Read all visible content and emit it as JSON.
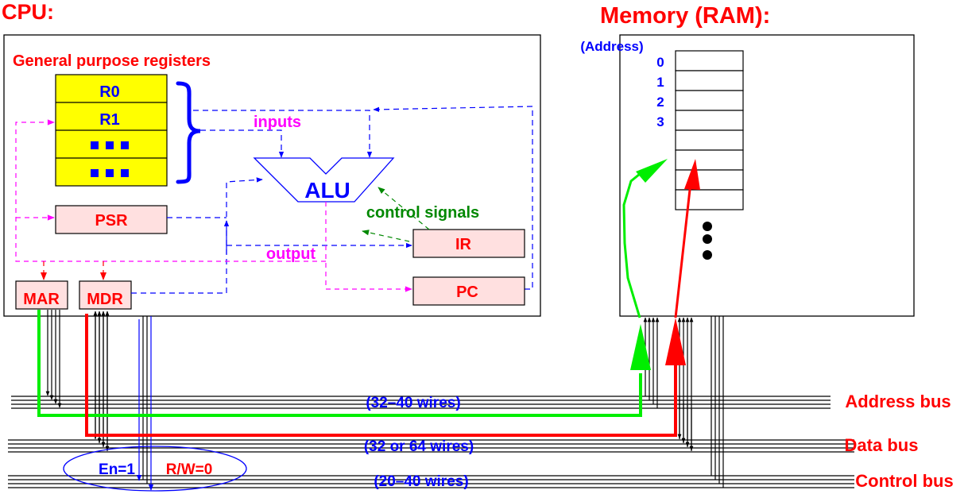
{
  "titles": {
    "cpu": "CPU:",
    "memory": "Memory (RAM):"
  },
  "cpu": {
    "gpr_heading": "General purpose registers",
    "registers": [
      "R0",
      "R1",
      "■■■",
      "■■■"
    ],
    "alu_label": "ALU",
    "inputs_label": "inputs",
    "output_label": "output",
    "control_signals_label": "control signals",
    "psr_label": "PSR",
    "ir_label": "IR",
    "pc_label": "PC",
    "mar_label": "MAR",
    "mdr_label": "MDR"
  },
  "memory": {
    "address_heading": "(Address)",
    "addresses": [
      "0",
      "1",
      "2",
      "3"
    ],
    "cell_count": 8,
    "ellipsis": "more cells"
  },
  "buses": {
    "address": {
      "name": "Address bus",
      "wires": "(32–40 wires)"
    },
    "data": {
      "name": "Data bus",
      "wires": "(32 or 64 wires)"
    },
    "control": {
      "name": "Control bus",
      "wires": "(20–40 wires)"
    }
  },
  "control_signals": {
    "enable": "En=1",
    "read_write": "R/W=0"
  },
  "colors": {
    "title_red": "#ff0000",
    "blue": "#0000ff",
    "magenta": "#ff00ff",
    "green_text": "#008800",
    "bright_green": "#00ee00",
    "register_fill": "#ffff00",
    "special_reg_fill": "#ffe0e0"
  }
}
